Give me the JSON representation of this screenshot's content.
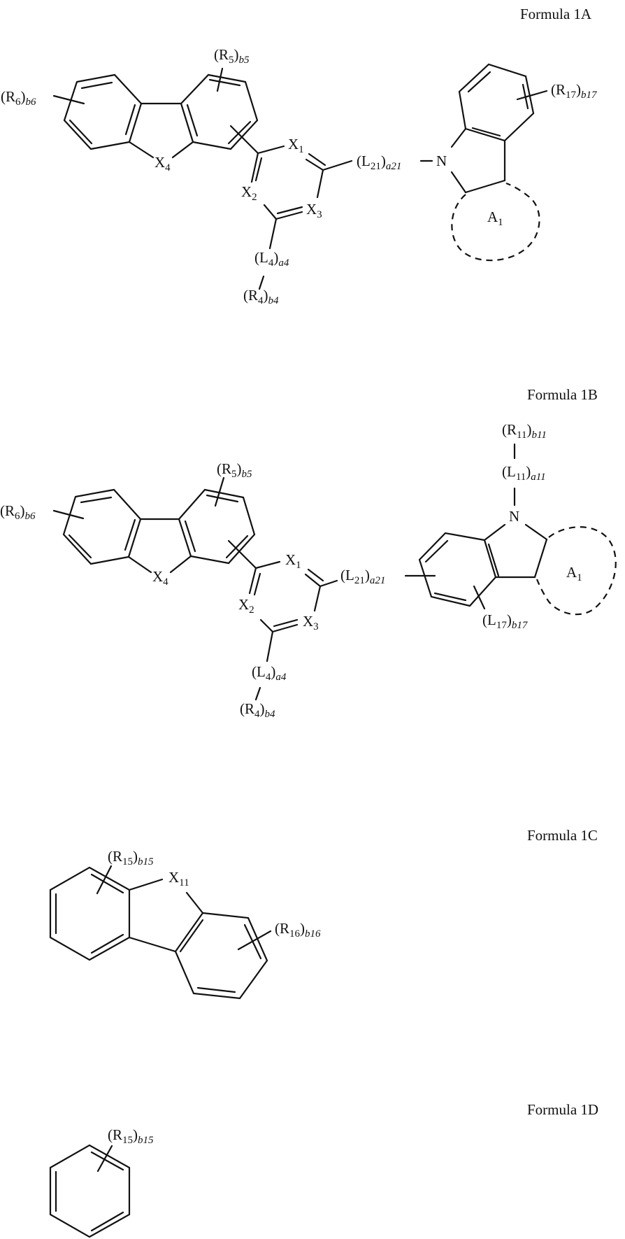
{
  "formulas": {
    "f1a": {
      "title": "Formula 1A",
      "labels": {
        "r6": {
          "main": "(R",
          "sub": "6",
          "close": ")",
          "idx": "b6"
        },
        "r5": {
          "main": "(R",
          "sub": "5",
          "close": ")",
          "idx": "b5"
        },
        "x4": {
          "main": "X",
          "sub": "4"
        },
        "x1": {
          "main": "X",
          "sub": "1"
        },
        "x2": {
          "main": "X",
          "sub": "2"
        },
        "x3": {
          "main": "X",
          "sub": "3"
        },
        "l21": {
          "main": "(L",
          "sub": "21",
          "close": ")",
          "idx": "a21"
        },
        "n": {
          "main": "N"
        },
        "l4": {
          "main": "(L",
          "sub": "4",
          "close": ")",
          "idx": "a4"
        },
        "r4": {
          "main": "(R",
          "sub": "4",
          "close": ")",
          "idx": "b4"
        },
        "r17": {
          "main": "(R",
          "sub": "17",
          "close": ")",
          "idx": "b17"
        },
        "a1": {
          "main": "A",
          "sub": "1"
        }
      }
    },
    "f1b": {
      "title": "Formula 1B",
      "labels": {
        "r6": {
          "main": "(R",
          "sub": "6",
          "close": ")",
          "idx": "b6"
        },
        "r5": {
          "main": "(R",
          "sub": "5",
          "close": ")",
          "idx": "b5"
        },
        "x4": {
          "main": "X",
          "sub": "4"
        },
        "x1": {
          "main": "X",
          "sub": "1"
        },
        "x2": {
          "main": "X",
          "sub": "2"
        },
        "x3": {
          "main": "X",
          "sub": "3"
        },
        "l21": {
          "main": "(L",
          "sub": "21",
          "close": ")",
          "idx": "a21"
        },
        "l4": {
          "main": "(L",
          "sub": "4",
          "close": ")",
          "idx": "a4"
        },
        "r4": {
          "main": "(R",
          "sub": "4",
          "close": ")",
          "idx": "b4"
        },
        "r11": {
          "main": "(R",
          "sub": "11",
          "close": ")",
          "idx": "b11"
        },
        "l11": {
          "main": "(L",
          "sub": "11",
          "close": ")",
          "idx": "a11"
        },
        "n": {
          "main": "N"
        },
        "l17": {
          "main": "(L",
          "sub": "17",
          "close": ")",
          "idx": "b17"
        },
        "a1": {
          "main": "A",
          "sub": "1"
        }
      }
    },
    "f1c": {
      "title": "Formula 1C",
      "labels": {
        "r15": {
          "main": "(R",
          "sub": "15",
          "close": ")",
          "idx": "b15"
        },
        "x11": {
          "main": "X",
          "sub": "11"
        },
        "r16": {
          "main": "(R",
          "sub": "16",
          "close": ")",
          "idx": "b16"
        }
      }
    },
    "f1d": {
      "title": "Formula 1D",
      "labels": {
        "r15": {
          "main": "(R",
          "sub": "15",
          "close": ")",
          "idx": "b15"
        }
      }
    }
  }
}
